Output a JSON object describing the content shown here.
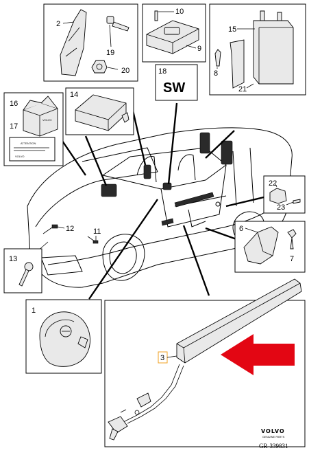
{
  "callouts": {
    "c1": "1",
    "c2": "2",
    "c3": "3",
    "c6": "6",
    "c7": "7",
    "c8": "8",
    "c9": "9",
    "c10": "10",
    "c11": "11",
    "c12": "12",
    "c13": "13",
    "c14": "14",
    "c15": "15",
    "c16": "16",
    "c17": "17",
    "c18": "18",
    "c19": "19",
    "c20": "20",
    "c21": "21",
    "c22": "22",
    "c23": "23"
  },
  "software_label": "SW",
  "kit_box_text": "VOLVO",
  "attention_card": {
    "heading": "ATTENTION",
    "brand": "VOLVO"
  },
  "logo": {
    "brand": "VOLVO",
    "subtitle": "GENUINE PARTS"
  },
  "reference_code": "GR-339831",
  "colors": {
    "arrow": "#e30613",
    "highlight_box": "#f0a020"
  }
}
